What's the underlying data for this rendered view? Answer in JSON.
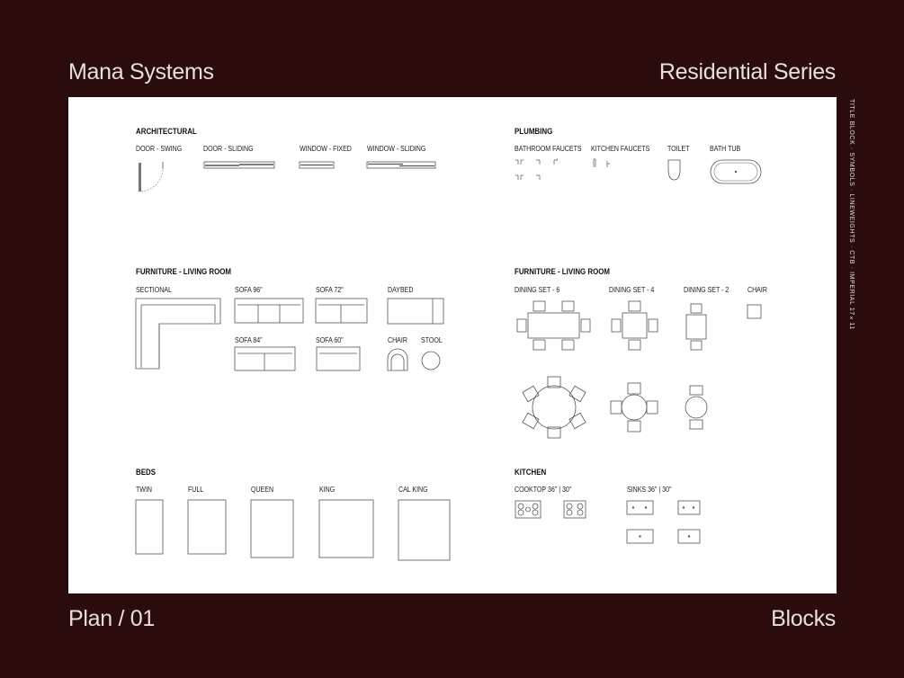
{
  "header": {
    "brand": "Mana Systems",
    "series": "Residential Series"
  },
  "footer": {
    "plan": "Plan / 01",
    "type": "Blocks"
  },
  "side_strip": "TITLE BLOCK  ·  SYMBOLS  ·  LINEWEIGHTS  ·  CTB  ·  IMPERIAL 17×11",
  "colors": {
    "background": "#2b0c0c",
    "sheet": "#ffffff",
    "text_light": "#e6dfdc",
    "linework": "#555555"
  },
  "sections": {
    "architectural": {
      "title": "ARCHITECTURAL",
      "labels": [
        "DOOR - SWING",
        "DOOR - SLIDING",
        "WINDOW - FIXED",
        "WINDOW - SLIDING"
      ]
    },
    "plumbing": {
      "title": "PLUMBING",
      "labels": [
        "BATHROOM FAUCETS",
        "KITCHEN FAUCETS",
        "TOILET",
        "BATH TUB"
      ]
    },
    "living_left": {
      "title": "FURNITURE - LIVING ROOM",
      "labels": [
        "SECTIONAL",
        "SOFA 96\"",
        "SOFA 72\"",
        "DAYBED",
        "SOFA 84\"",
        "SOFA 60\"",
        "CHAIR",
        "STOOL"
      ]
    },
    "living_right": {
      "title": "FURNITURE - LIVING ROOM",
      "labels": [
        "DINING SET - 6",
        "DINING SET - 4",
        "DINING SET - 2",
        "CHAIR"
      ]
    },
    "beds": {
      "title": "BEDS",
      "labels": [
        "TWIN",
        "FULL",
        "QUEEN",
        "KING",
        "CAL KING"
      ]
    },
    "kitchen": {
      "title": "KITCHEN",
      "labels": [
        "COOKTOP 36\" | 30\"",
        "SINKS 36\" | 30\""
      ]
    }
  }
}
